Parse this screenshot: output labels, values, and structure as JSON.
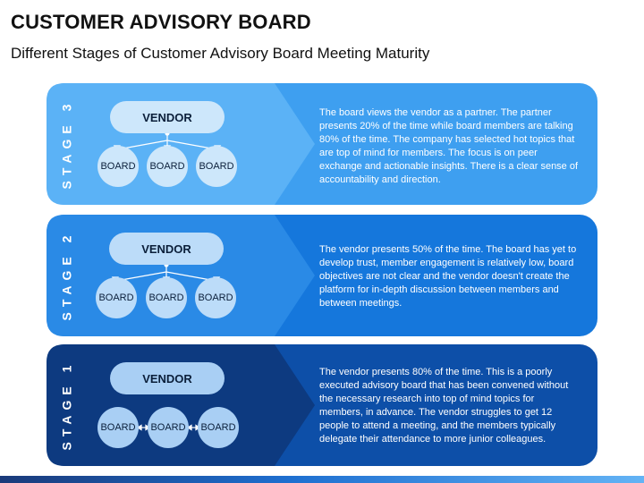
{
  "title": "CUSTOMER ADVISORY BOARD",
  "subtitle": "Different Stages of Customer Advisory Board Meeting Maturity",
  "colors": {
    "stage3": "#3e9ff0",
    "stage2": "#1577dc",
    "stage1": "#0d4fa8",
    "chevron3": "#5bb2f6",
    "chevron2": "#2a8ae6",
    "chevron1": "#0d3a80",
    "node3": "#cde7fb",
    "node2": "#bcdcf9",
    "node1": "#a9cff4"
  },
  "stages": [
    {
      "label": "STAGE 3",
      "vendor": "VENDOR",
      "boards": [
        "BOARD",
        "BOARD",
        "BOARD"
      ],
      "connector": "tree",
      "description": "The board views the vendor as a partner. The partner presents 20% of the time while board members are talking 80% of the time.  The company has selected hot topics that are top of mind for members. The focus is on peer exchange and actionable insights. There is a clear sense of accountability and direction."
    },
    {
      "label": "STAGE 2",
      "vendor": "VENDOR",
      "boards": [
        "BOARD",
        "BOARD",
        "BOARD"
      ],
      "connector": "tree",
      "description": "The vendor presents 50% of the time. The board has yet to develop trust, member engagement is relatively low, board objectives are not clear and the vendor doesn't create the platform for in-depth discussion between members and between meetings."
    },
    {
      "label": "STAGE 1",
      "vendor": "VENDOR",
      "boards": [
        "BOARD",
        "BOARD",
        "BOARD"
      ],
      "connector": "linked",
      "description": "The vendor presents 80% of the time. This is a poorly executed advisory board that has been convened without the necessary research into top of mind topics for members, in advance. The vendor struggles to get 12 people to attend a meeting, and the members typically delegate their attendance to more junior colleagues."
    }
  ]
}
